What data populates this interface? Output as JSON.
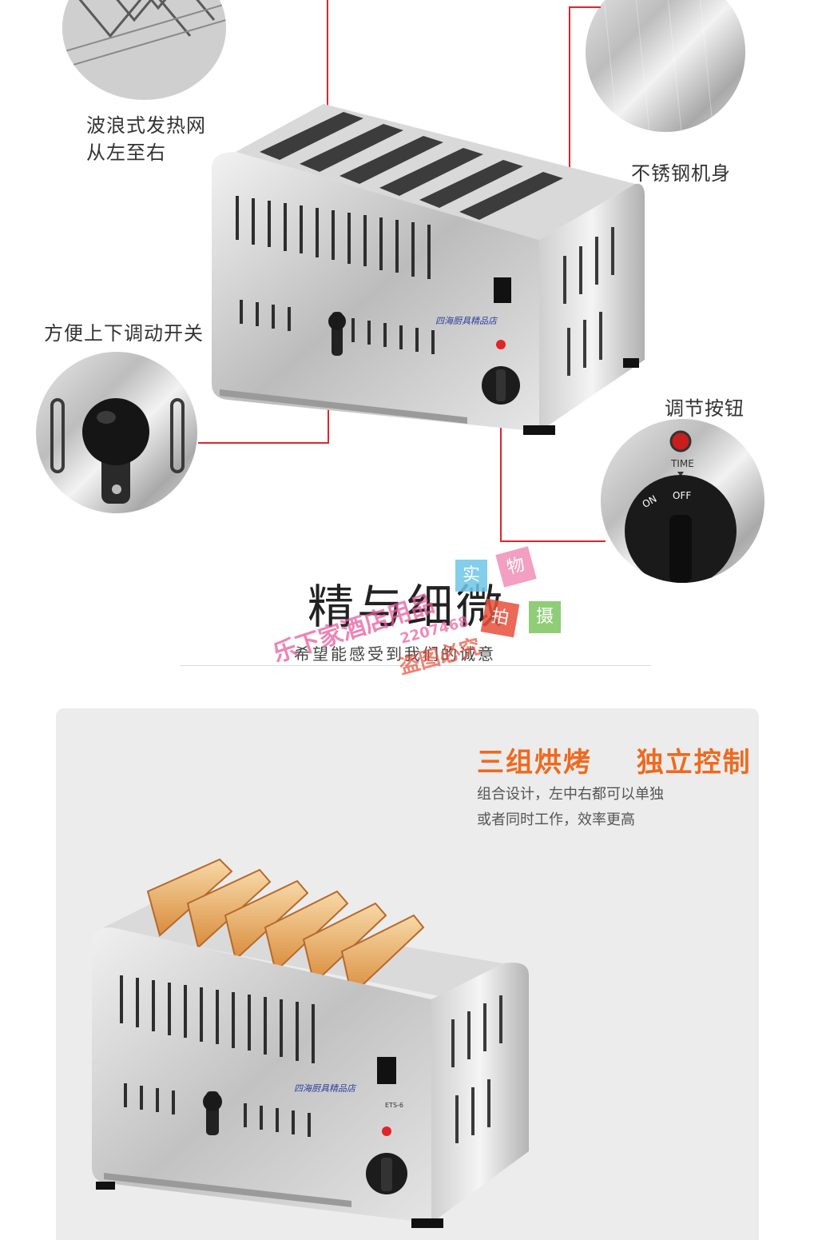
{
  "callouts": {
    "heating_grid": [
      "波浪式发热网",
      "从左至右"
    ],
    "body_material": "不锈钢机身",
    "lever": "方便上下调动开关",
    "knob": "调节按钮"
  },
  "knob_detail": {
    "time_label": "TIME",
    "on": "ON",
    "off": "OFF"
  },
  "headline": {
    "title": "精与细微",
    "subtitle": "希望能感受到我们的诚意"
  },
  "feature": {
    "title_part1": "三组烘烤",
    "title_part2": "独立控制",
    "desc": [
      "组合设计，左中右都可以单独",
      "或者同时工作，效率更高"
    ]
  },
  "watermark": {
    "stamp_chars": [
      "实",
      "物",
      "拍",
      "摄"
    ],
    "text_1": "乐下家酒店用品",
    "text_2": "盗图必究",
    "number": "2207468"
  },
  "brand_label": "四海厨具精品店",
  "model": "ETS-6",
  "colors": {
    "accent_red": "#e2232a",
    "headline_orange": "#ee6a1f",
    "panel_gray": "#ececec",
    "stamp_blue": "#6ec6e8",
    "stamp_pink": "#f08fb7",
    "stamp_red": "#e8503a",
    "stamp_green": "#7cc55f",
    "watermark_pink": "#e85ca0"
  },
  "icons": {
    "grid_detail": "heating-grid-closeup",
    "steel_detail": "brushed-steel-closeup",
    "lever_detail": "lever-closeup",
    "knob_detail": "timer-knob-closeup"
  }
}
